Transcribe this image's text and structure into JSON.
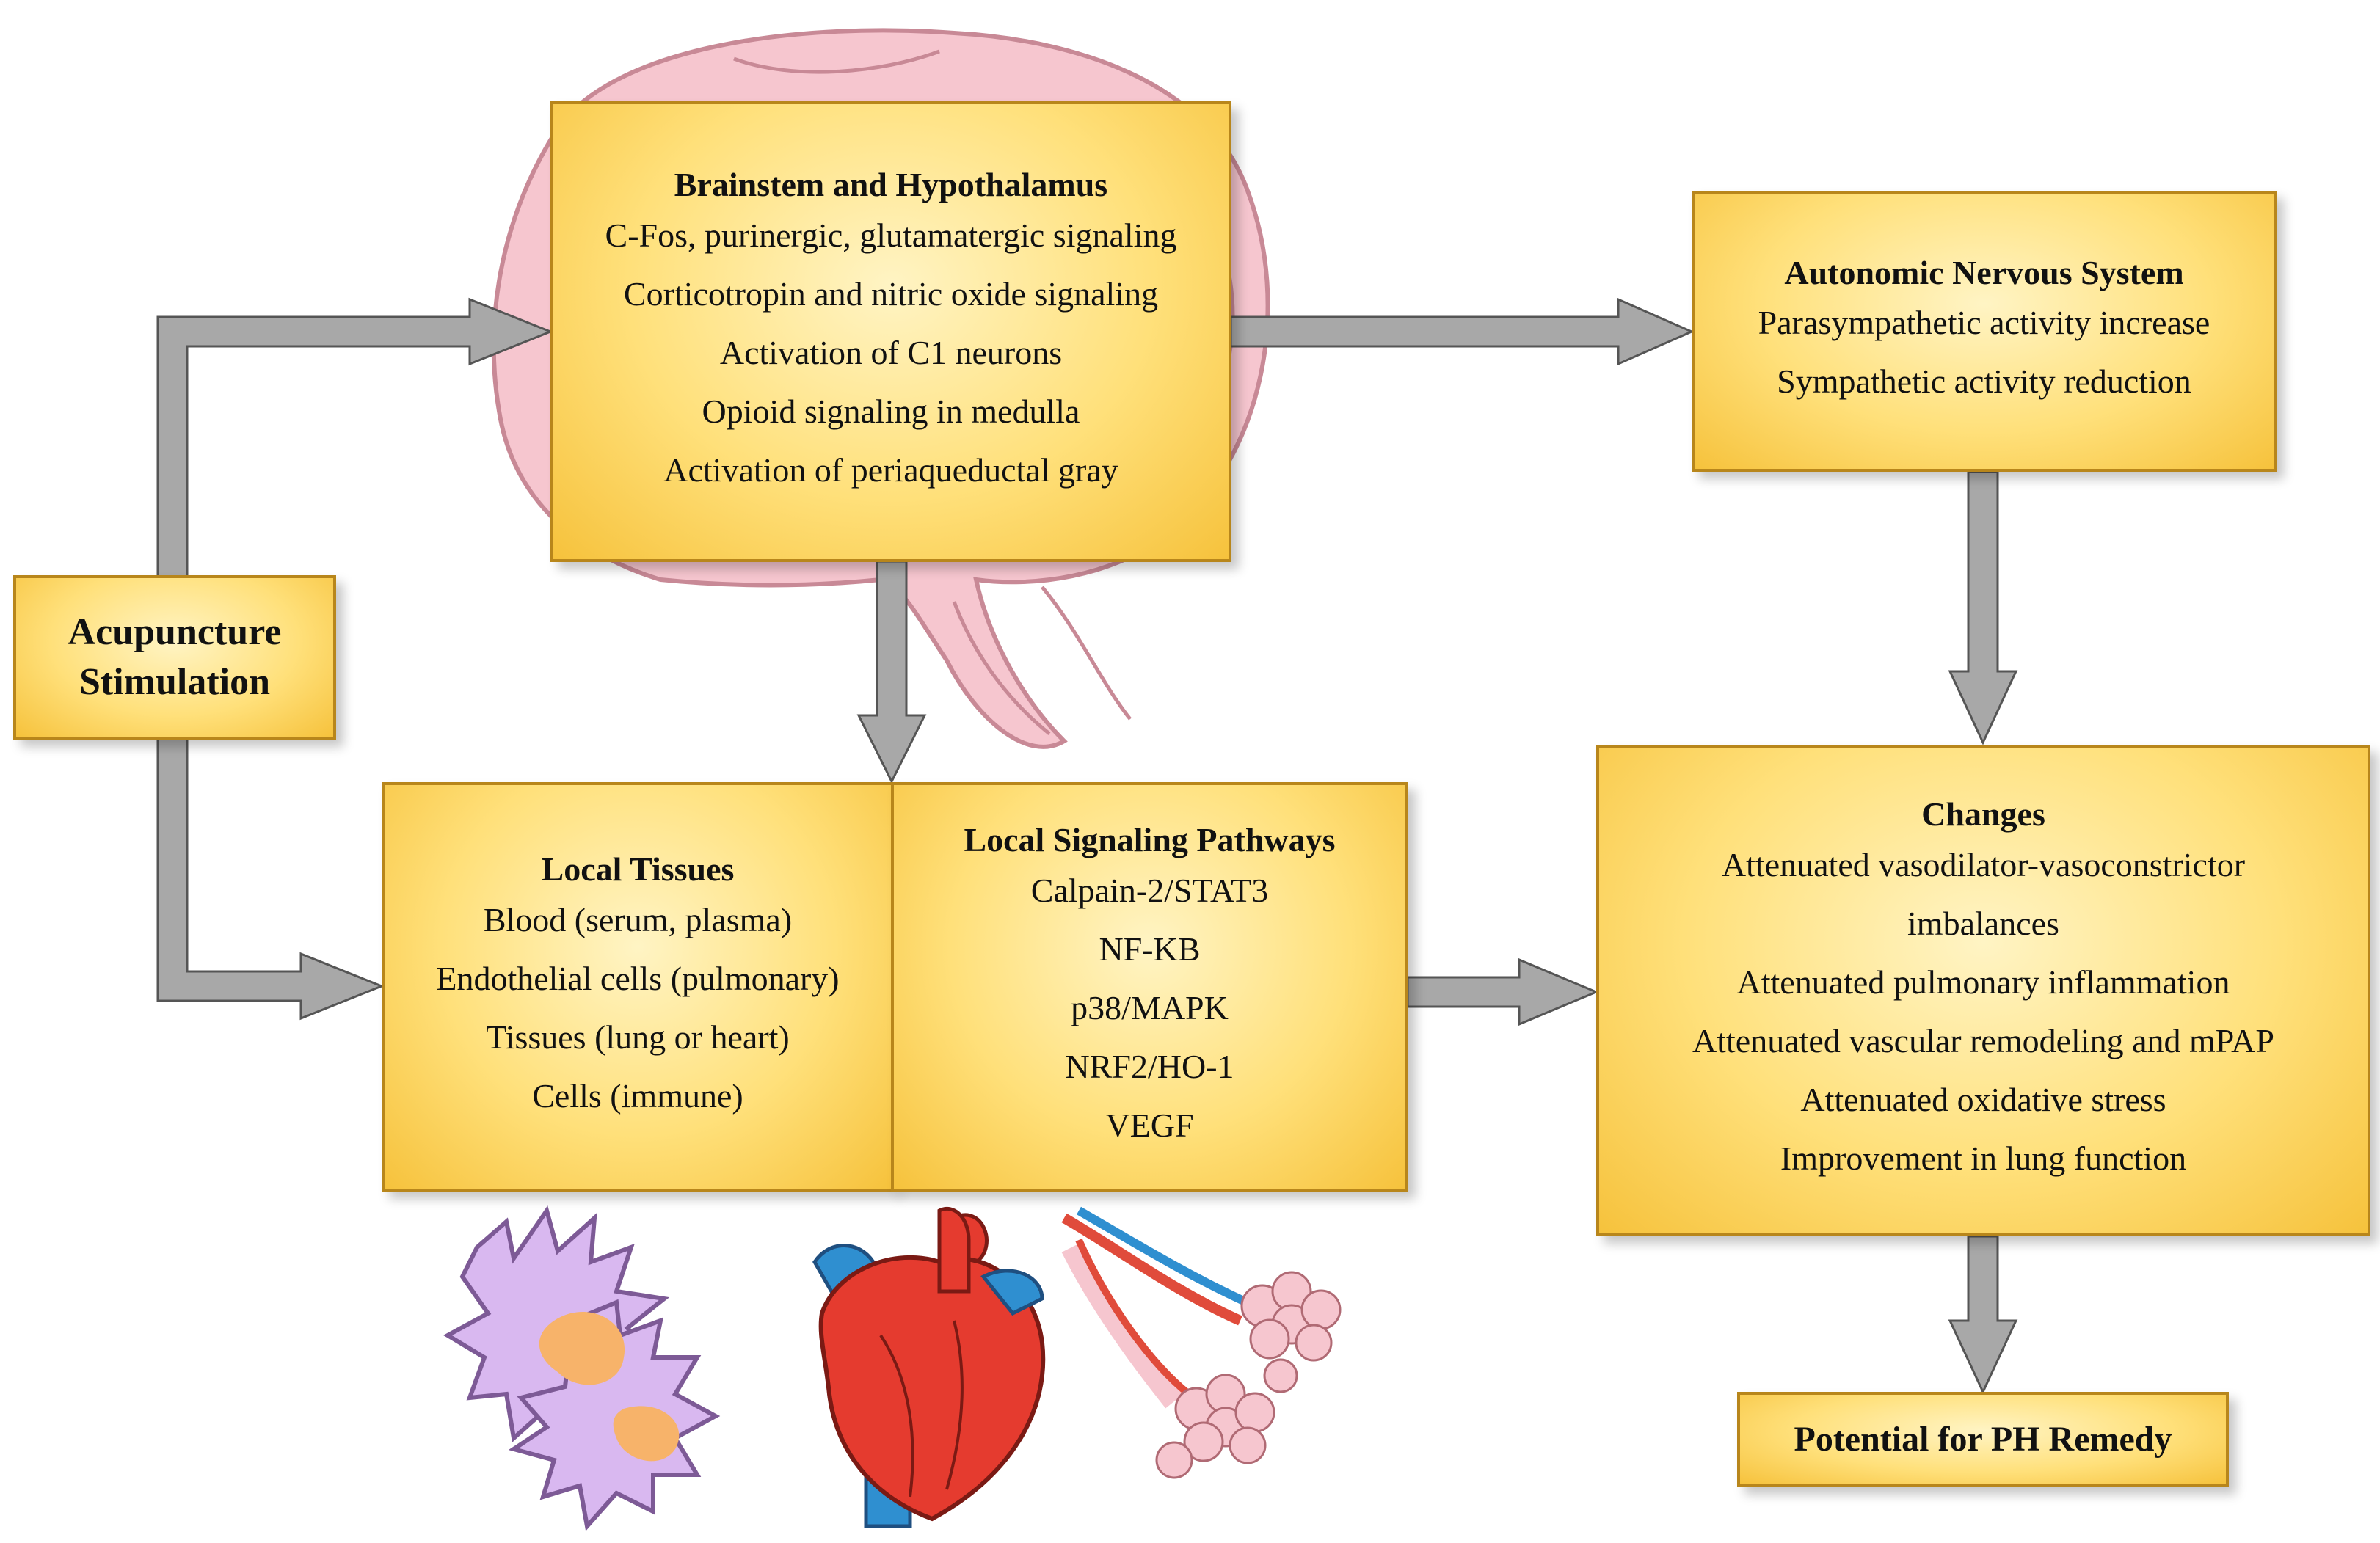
{
  "stimulation": {
    "title_line1": "Acupuncture",
    "title_line2": "Stimulation"
  },
  "brain_box": {
    "title": "Brainstem and Hypothalamus",
    "items": [
      "C-Fos, purinergic, glutamatergic signaling",
      "Corticotropin and nitric oxide signaling",
      "Activation of C1 neurons",
      "Opioid signaling in medulla",
      "Activation of periaqueductal gray"
    ]
  },
  "ans_box": {
    "title": "Autonomic Nervous System",
    "items": [
      "Parasympathetic activity increase",
      "Sympathetic activity reduction"
    ]
  },
  "tissues_box": {
    "title": "Local Tissues",
    "items": [
      "Blood (serum, plasma)",
      "Endothelial cells (pulmonary)",
      "Tissues (lung or heart)",
      "Cells (immune)"
    ]
  },
  "pathways_box": {
    "title": "Local Signaling Pathways",
    "items": [
      "Calpain-2/STAT3",
      "NF-KB",
      "p38/MAPK",
      "NRF2/HO-1",
      "VEGF"
    ]
  },
  "changes_box": {
    "title": "Changes",
    "items": [
      "Attenuated vasodilator-vasoconstrictor",
      "imbalances",
      "Attenuated pulmonary inflammation",
      "Attenuated vascular remodeling and mPAP",
      "Attenuated oxidative stress",
      "Improvement in lung function"
    ]
  },
  "remedy": {
    "title": "Potential for PH Remedy"
  },
  "colors": {
    "box_border": "#b8861b",
    "box_fill": "#ffe07a",
    "arrow": "#a8a8a8",
    "arrow_outline": "#555555",
    "brain": "#f6c6cf",
    "cell": "#d9b8f0",
    "nucleus": "#f7b36a",
    "heart": "#e53b2f",
    "vessel_blue": "#2f8fd0"
  },
  "icons": [
    "brain-icon",
    "immune-cell-icon",
    "heart-icon",
    "lung-alveoli-icon"
  ]
}
